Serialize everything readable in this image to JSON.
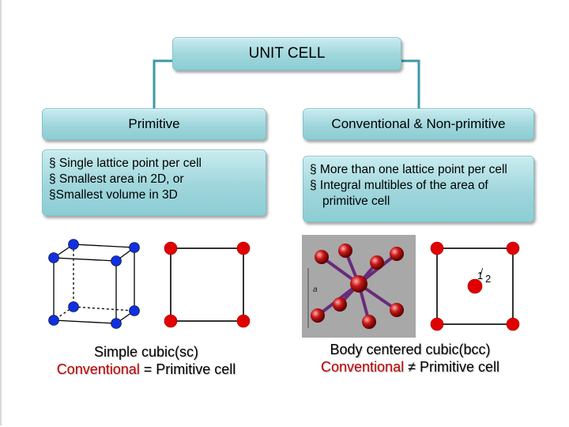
{
  "title": "UNIT CELL",
  "primitive": {
    "heading": "Primitive",
    "bullets": [
      "§ Single lattice point per cell",
      "§ Smallest area in 2D, or",
      "§Smallest volume in 3D"
    ]
  },
  "conventional": {
    "heading": "Conventional & Non-primitive",
    "bullets": [
      "§ More than one lattice point per cell",
      "§  Integral multibles of the area of",
      "primitive cell"
    ]
  },
  "captions": {
    "sc_line1": "Simple cubic(sc)",
    "sc_conv": "Conventional",
    "sc_rest": " = Primitive cell",
    "bcc_line1": "Body centered cubic(bcc)",
    "bcc_conv": "Conventional",
    "bcc_rest": " ≠ Primitive cell"
  },
  "bcc_fraction": {
    "num": "1",
    "den": "2"
  },
  "bcc_axis_label": "a",
  "colors": {
    "box": "#9fd6dc",
    "atom_red": "#e00000",
    "atom_blue": "#1030e0",
    "highlight": "#c00000"
  }
}
